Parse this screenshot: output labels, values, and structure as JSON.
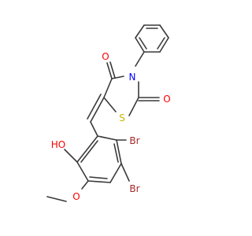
{
  "molecule": {
    "atoms": {
      "o_ketone": "O",
      "n_ring": "N",
      "o_carbonyl": "O",
      "s_ring": "S",
      "oh": "HO",
      "br_top": "Br",
      "br_bottom": "Br",
      "o_methoxy": "O"
    },
    "colors": {
      "oxygen": "#ff0000",
      "nitrogen": "#0000ff",
      "sulfur": "#c8b400",
      "bromine": "#a52a2a",
      "bond": "#3a3a3a"
    }
  }
}
